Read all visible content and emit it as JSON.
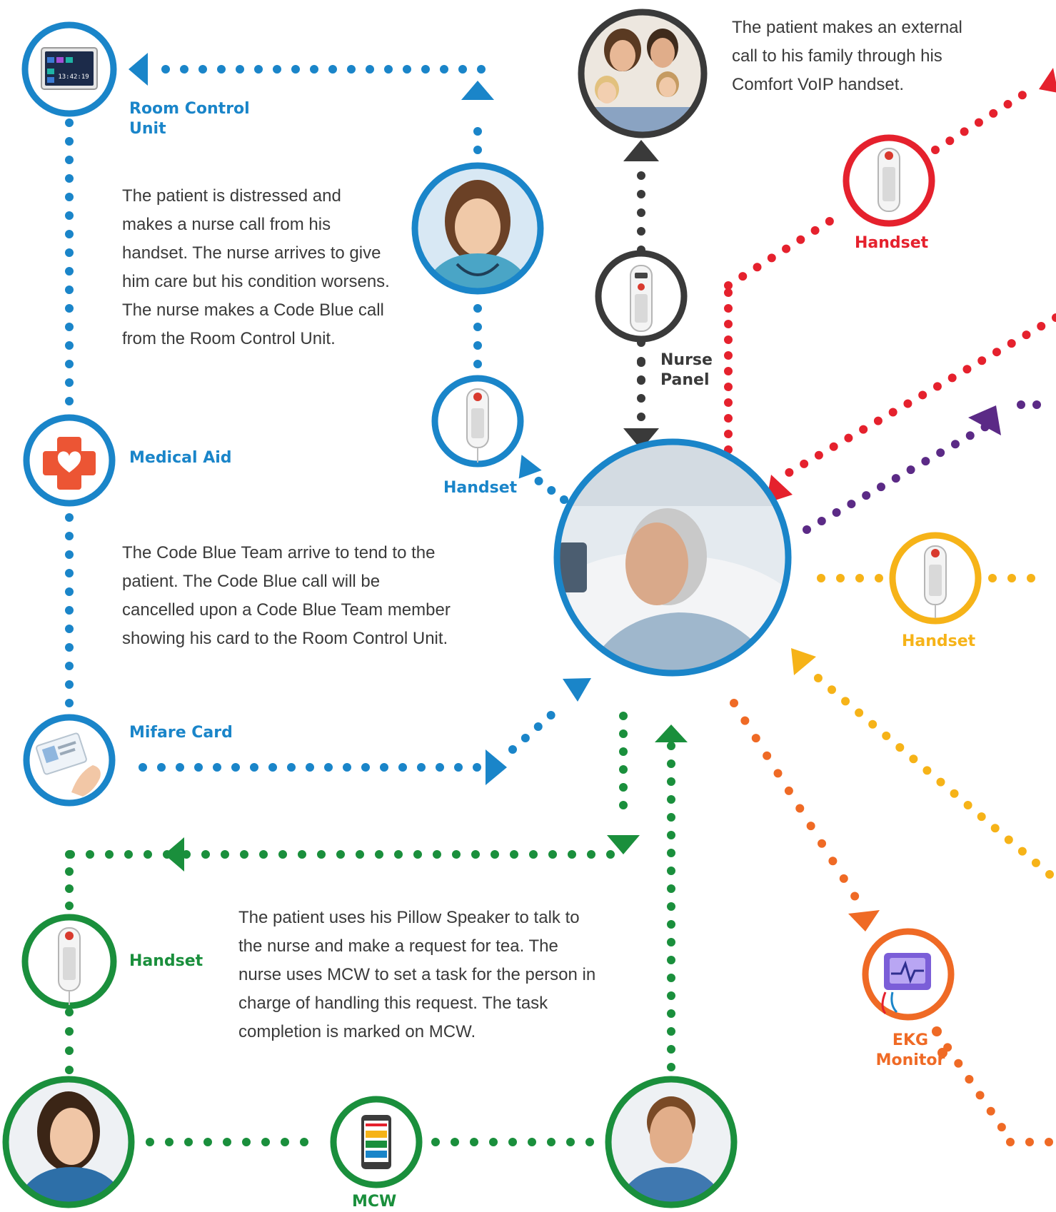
{
  "labels": {
    "room_control_unit": "Room Control Unit",
    "medical_aid": "Medical Aid",
    "mifare_card": "Mifare Card",
    "handset_blue": "Handset",
    "handset_green": "Handset",
    "handset_red": "Handset",
    "handset_gold": "Handset",
    "nurse_panel": "Nurse Panel",
    "ekg_monitor": "EKG Monitor",
    "mcw": "MCW"
  },
  "texts": {
    "external_call": "The patient makes an external call to his family through his Comfort VoIP handset.",
    "nurse_call": "The patient is distressed and makes a nurse call from his handset. The nurse arrives to give him care but his condition worsens. The nurse makes a Code Blue call from the Room Control Unit.",
    "code_blue_team": "The Code Blue Team arrive to tend to the patient. The Code Blue call will be cancelled  upon a Code Blue Team member showing his card to the Room Control Unit.",
    "pillow_speaker": "The patient uses his Pillow Speaker to talk to the nurse and make a request for tea. The nurse uses MCW to set a task for the person in charge of handling this request. The task completion is marked on MCW."
  },
  "rcu_clock": "13:42:19",
  "colors": {
    "blue": "#1a85c9",
    "green": "#1a8f3c",
    "red": "#e5212d",
    "gold": "#f6b318",
    "orange": "#ef6a25",
    "purple": "#5b2a86",
    "dark": "#3a3a3a"
  }
}
